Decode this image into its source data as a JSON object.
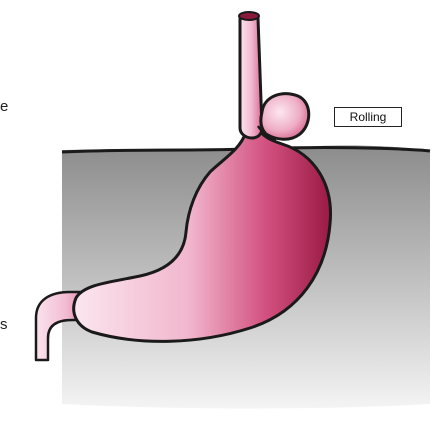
{
  "labels": {
    "hernia_type": "Rolling",
    "left_edge_top": "e",
    "left_edge_bottom": "s"
  },
  "colors": {
    "stomach_light": "#f7d9e6",
    "stomach_mid": "#e58ab0",
    "stomach_dark": "#a8204f",
    "diaphragm_line": "#1a1a1a",
    "abdomen_top": "#8e8e8e",
    "abdomen_bottom": "#f2f2f2"
  }
}
